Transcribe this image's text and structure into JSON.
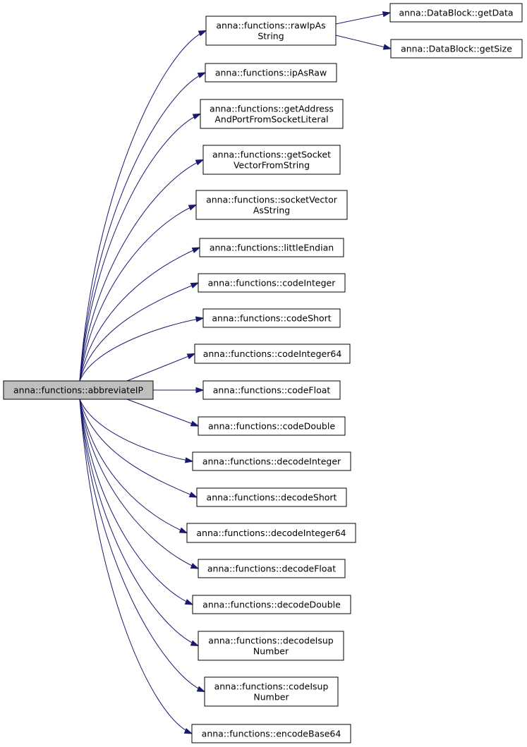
{
  "colors": {
    "edge": "#191970",
    "root_fill": "#bfbfbf",
    "node_fill": "#ffffff",
    "node_border": "#000000"
  },
  "graph": {
    "root": {
      "name": "root",
      "lines": [
        "anna::functions::abbreviateIP"
      ]
    },
    "callees": [
      {
        "name": "rawIpAsString",
        "lines": [
          "anna::functions::rawIpAs",
          "String"
        ]
      },
      {
        "name": "ipAsRaw",
        "lines": [
          "anna::functions::ipAsRaw"
        ]
      },
      {
        "name": "getAddressAndPortFromSocketLiteral",
        "lines": [
          "anna::functions::getAddress",
          "AndPortFromSocketLiteral"
        ]
      },
      {
        "name": "getSocketVectorFromString",
        "lines": [
          "anna::functions::getSocket",
          "VectorFromString"
        ]
      },
      {
        "name": "socketVectorAsString",
        "lines": [
          "anna::functions::socketVector",
          "AsString"
        ]
      },
      {
        "name": "littleEndian",
        "lines": [
          "anna::functions::littleEndian"
        ]
      },
      {
        "name": "codeInteger",
        "lines": [
          "anna::functions::codeInteger"
        ]
      },
      {
        "name": "codeShort",
        "lines": [
          "anna::functions::codeShort"
        ]
      },
      {
        "name": "codeInteger64",
        "lines": [
          "anna::functions::codeInteger64"
        ]
      },
      {
        "name": "codeFloat",
        "lines": [
          "anna::functions::codeFloat"
        ]
      },
      {
        "name": "codeDouble",
        "lines": [
          "anna::functions::codeDouble"
        ]
      },
      {
        "name": "decodeInteger",
        "lines": [
          "anna::functions::decodeInteger"
        ]
      },
      {
        "name": "decodeShort",
        "lines": [
          "anna::functions::decodeShort"
        ]
      },
      {
        "name": "decodeInteger64",
        "lines": [
          "anna::functions::decodeInteger64"
        ]
      },
      {
        "name": "decodeFloat",
        "lines": [
          "anna::functions::decodeFloat"
        ]
      },
      {
        "name": "decodeDouble",
        "lines": [
          "anna::functions::decodeDouble"
        ]
      },
      {
        "name": "decodeIsupNumber",
        "lines": [
          "anna::functions::decodeIsup",
          "Number"
        ]
      },
      {
        "name": "codeIsupNumber",
        "lines": [
          "anna::functions::codeIsup",
          "Number"
        ]
      },
      {
        "name": "encodeBase64",
        "lines": [
          "anna::functions::encodeBase64"
        ]
      }
    ],
    "second_level": [
      {
        "name": "getData",
        "lines": [
          "anna::DataBlock::getData"
        ]
      },
      {
        "name": "getSize",
        "lines": [
          "anna::DataBlock::getSize"
        ]
      }
    ]
  }
}
